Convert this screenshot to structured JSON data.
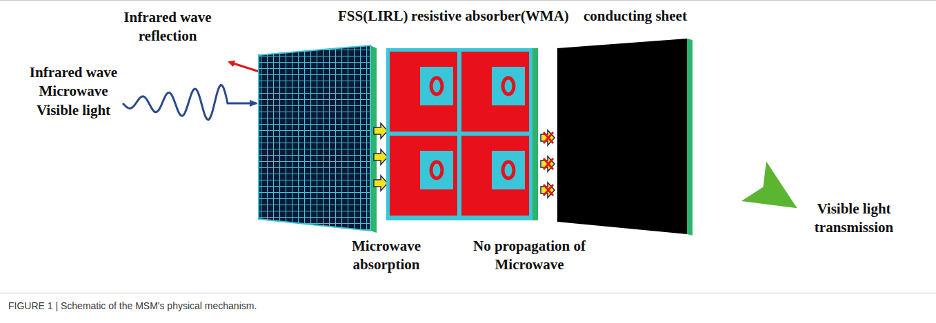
{
  "diagram": {
    "caption": "FIGURE 1 | Schematic of the MSM's physical mechanism.",
    "nodes": [
      {
        "text": [
          "FSS(LIRL)"
        ]
      },
      {
        "text": [
          "resistive absorber(WMA)"
        ]
      },
      {
        "text": [
          "conducting sheet"
        ]
      }
    ],
    "labels": [
      "Infrared wave reflection",
      "Infrared wave Microwave Visible light",
      "Microwave absorption",
      "No propagation of Microwave",
      "Visible light transmission"
    ]
  }
}
